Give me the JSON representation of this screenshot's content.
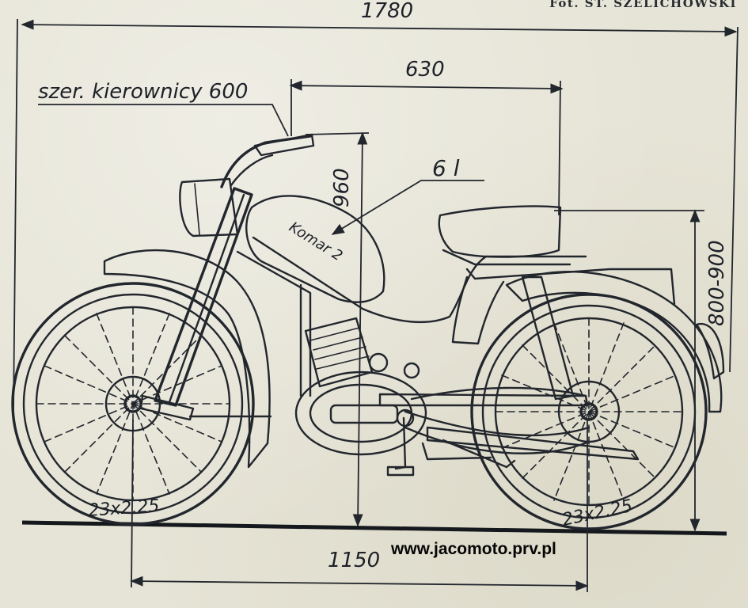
{
  "credit": "Fot. ST. SZELICHOWSKI",
  "watermark": "www.jacomoto.prv.pl",
  "dimensions": {
    "overall_length": "1780",
    "handlebar_width": "szer. kierownicy 600",
    "handlebar_to_seat": "630",
    "tank_capacity": "6 l",
    "handlebar_height": "960",
    "seat_height": "800-900",
    "wheelbase": "1150",
    "front_tyre": "23x2.25",
    "rear_tyre": "23x2.25"
  },
  "tank_label": "Komar 2",
  "colors": {
    "ink": "#22262d",
    "paper": "#e6e4d6"
  }
}
